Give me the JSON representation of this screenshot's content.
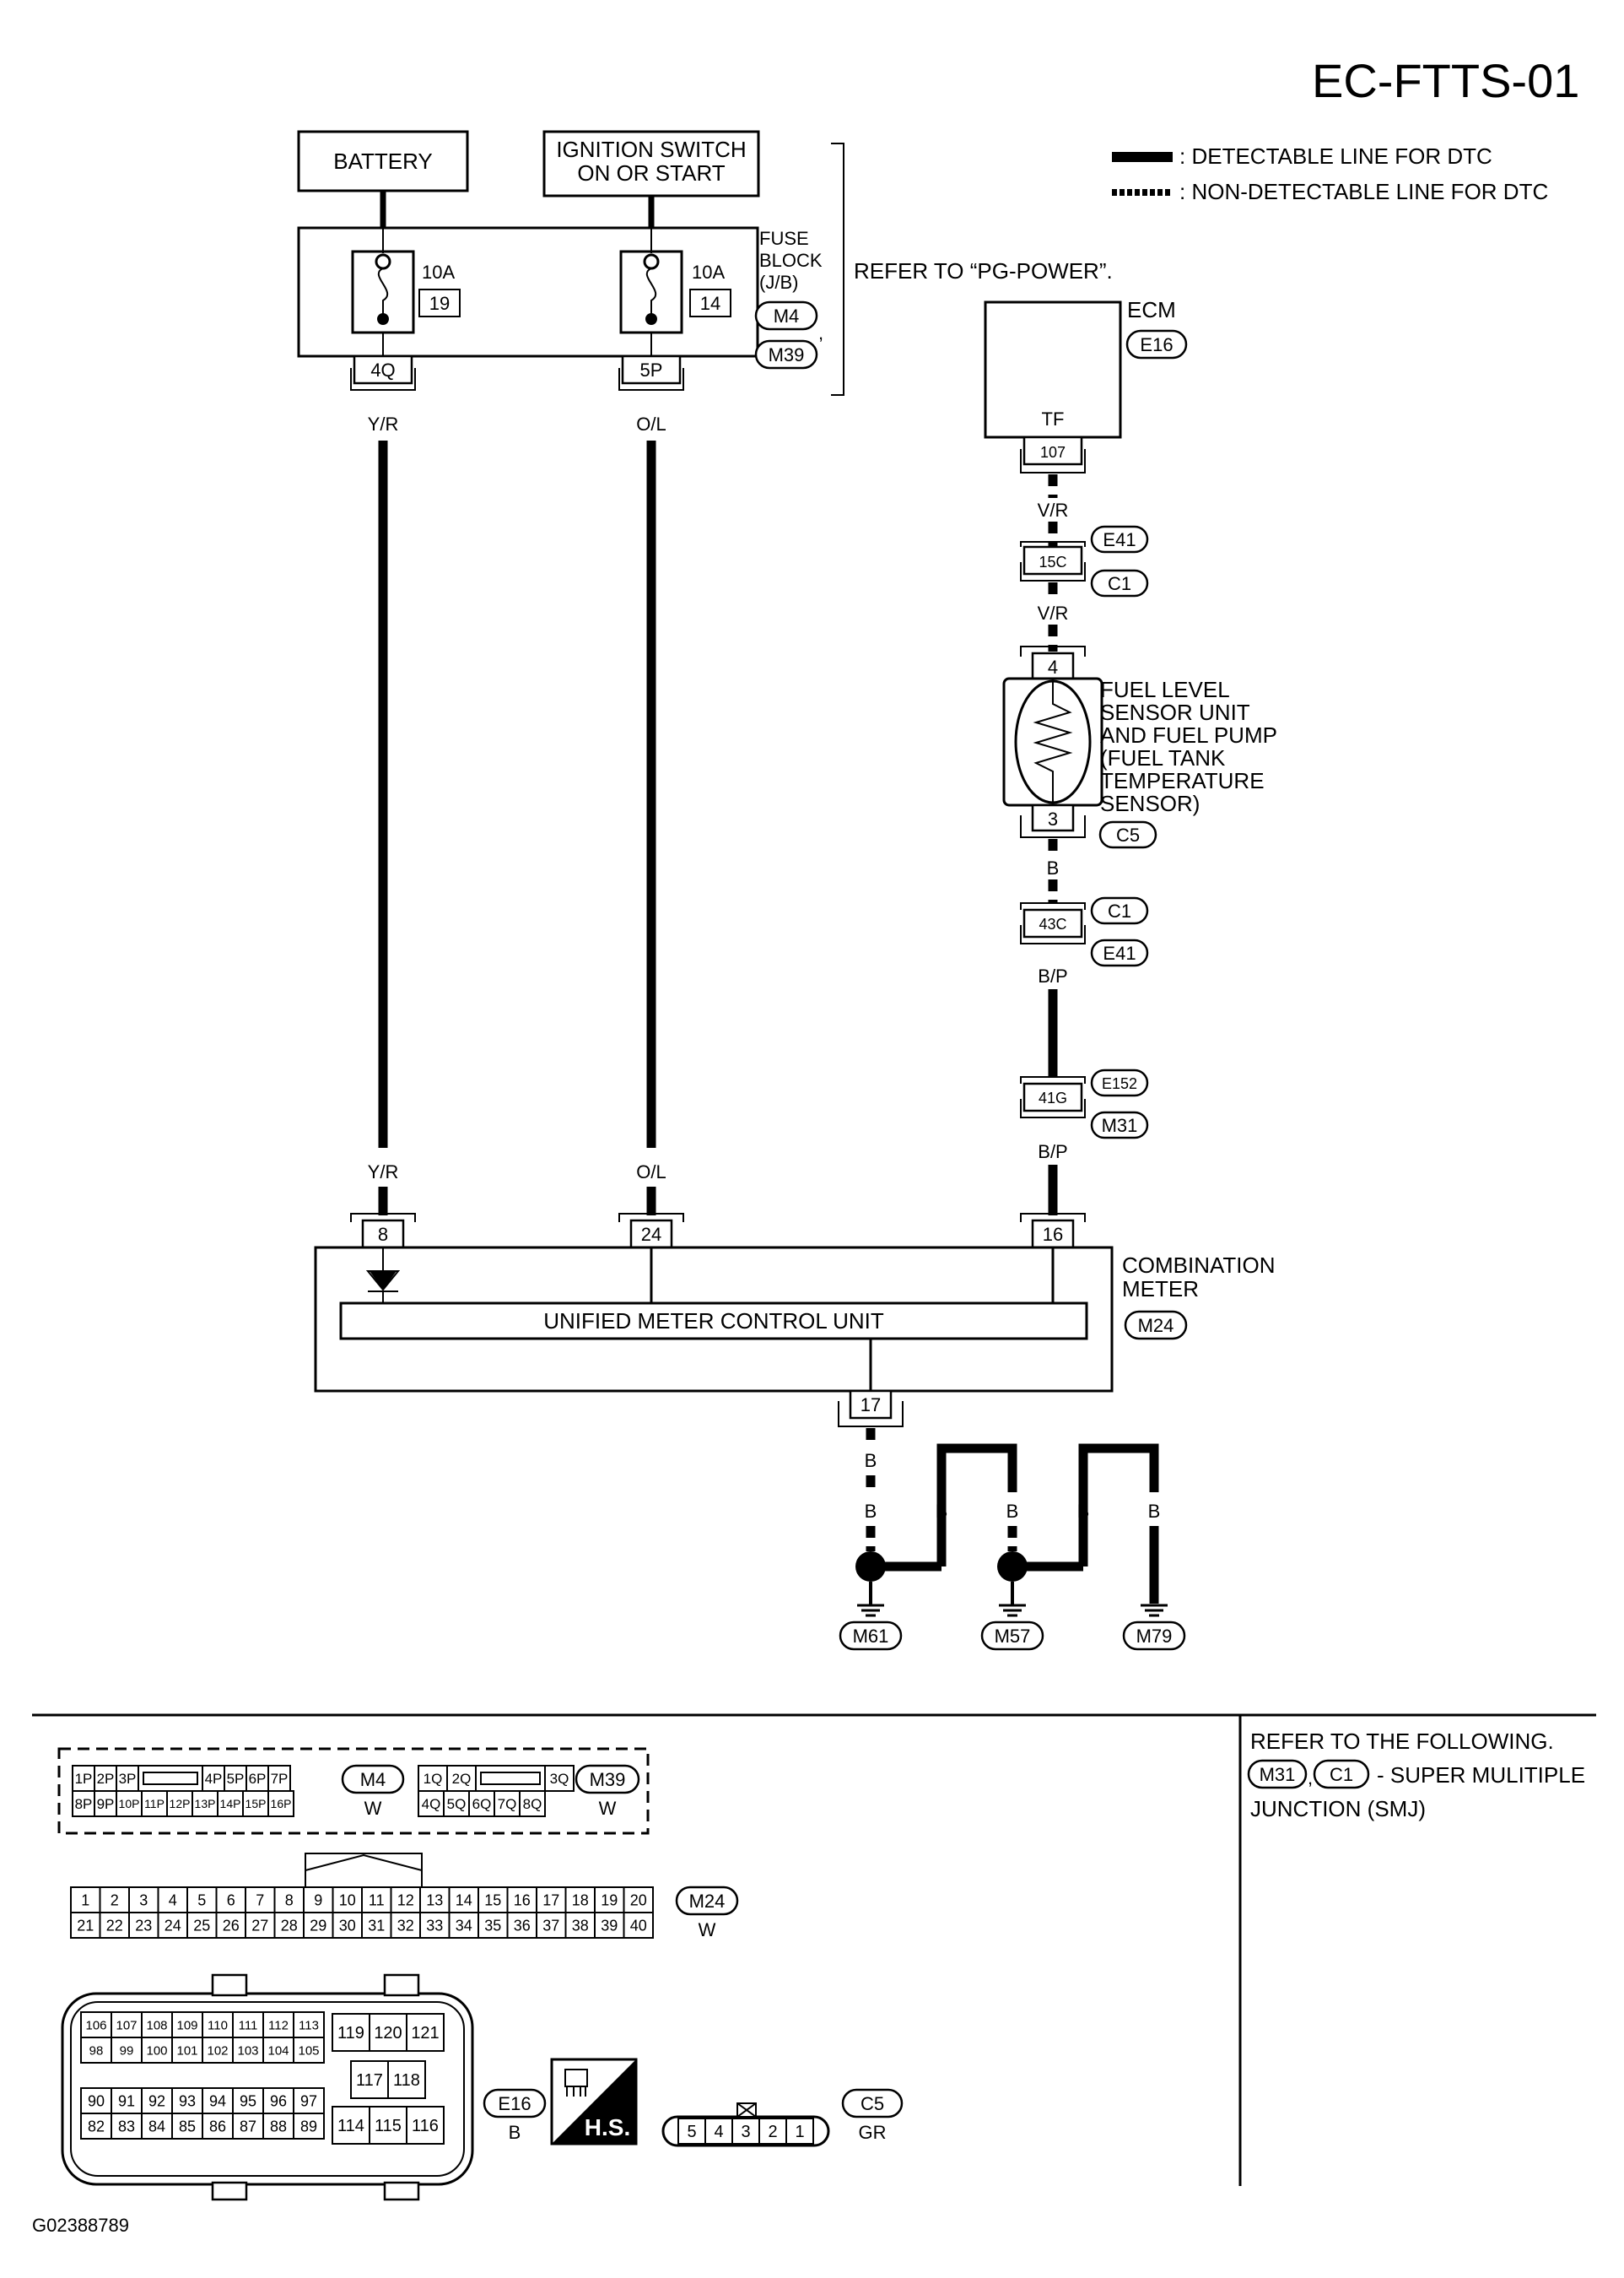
{
  "page_id": "EC-FTTS-01",
  "figure_id": "G02388789",
  "legend": {
    "detectable": ": DETECTABLE LINE FOR DTC",
    "non_detectable": ": NON-DETECTABLE LINE FOR DTC"
  },
  "power": {
    "battery": "BATTERY",
    "ign_line1": "IGNITION SWITCH",
    "ign_line2": "ON OR START",
    "fuse_block_l1": "FUSE",
    "fuse_block_l2": "BLOCK",
    "fuse_block_l3": "(J/B)",
    "refer": "REFER TO “PG-POWER”.",
    "fuse1_amp": "10A",
    "fuse1_no": "19",
    "fuse2_amp": "10A",
    "fuse2_no": "14",
    "conn_m4": "M4",
    "conn_m39": "M39",
    "pin_4q": "4Q",
    "pin_5p": "5P",
    "wire_yr": "Y/R",
    "wire_ol": "O/L"
  },
  "ecm": {
    "label": "ECM",
    "conn": "E16",
    "term": "TF",
    "pin": "107",
    "wire_vr": "V/R",
    "pin_15c": "15C",
    "conn_e41": "E41",
    "conn_c1": "C1"
  },
  "sensor": {
    "l1": "FUEL  LEVEL",
    "l2": "SENSOR UNIT",
    "l3": "AND FUEL PUMP",
    "l4": "(FUEL TANK",
    "l5": "TEMPERATURE",
    "l6": "SENSOR)",
    "pin_top": "4",
    "pin_bot": "3",
    "conn": "C5",
    "wire_b": "B",
    "pin_43c": "43C",
    "wire_bp": "B/P",
    "pin_41g": "41G",
    "conn_e152": "E152",
    "conn_m31": "M31"
  },
  "meter": {
    "l1": "COMBINATION",
    "l2": "METER",
    "conn": "M24",
    "unit": "UNIFIED METER CONTROL UNIT",
    "pin8": "8",
    "pin24": "24",
    "pin16": "16",
    "pin17": "17"
  },
  "ground": {
    "wire_b": "B",
    "g1": "M61",
    "g2": "M57",
    "g3": "M79"
  },
  "refer_box": {
    "l1": "REFER TO THE FOLLOWING.",
    "c1": "M31",
    "c2": "C1",
    "l2": "- SUPER MULITIPLE",
    "l3": "JUNCTION (SMJ)"
  },
  "connectors": {
    "m4": {
      "name": "M4",
      "color": "W",
      "row1": [
        "1P",
        "2P",
        "3P",
        "",
        "4P",
        "5P",
        "6P",
        "7P"
      ],
      "row2": [
        "8P",
        "9P",
        "10P",
        "11P",
        "12P",
        "13P",
        "14P",
        "15P",
        "16P"
      ]
    },
    "m39": {
      "name": "M39",
      "color": "W",
      "row1": [
        "1Q",
        "2Q",
        "",
        "3Q"
      ],
      "row2": [
        "4Q",
        "5Q",
        "6Q",
        "7Q",
        "8Q"
      ]
    },
    "m24": {
      "name": "M24",
      "color": "W",
      "row1": [
        "1",
        "2",
        "3",
        "4",
        "5",
        "6",
        "7",
        "8",
        "9",
        "10",
        "11",
        "12",
        "13",
        "14",
        "15",
        "16",
        "17",
        "18",
        "19",
        "20"
      ],
      "row2": [
        "21",
        "22",
        "23",
        "24",
        "25",
        "26",
        "27",
        "28",
        "29",
        "30",
        "31",
        "32",
        "33",
        "34",
        "35",
        "36",
        "37",
        "38",
        "39",
        "40"
      ]
    },
    "e16": {
      "name": "E16",
      "color": "B",
      "a1": [
        "106",
        "107",
        "108",
        "109",
        "110",
        "111",
        "112",
        "113"
      ],
      "a2": [
        "98",
        "99",
        "100",
        "101",
        "102",
        "103",
        "104",
        "105"
      ],
      "b1": [
        "90",
        "91",
        "92",
        "93",
        "94",
        "95",
        "96",
        "97"
      ],
      "b2": [
        "82",
        "83",
        "84",
        "85",
        "86",
        "87",
        "88",
        "89"
      ],
      "c1": [
        "119",
        "120",
        "121"
      ],
      "c2": [
        "117",
        "118"
      ],
      "c3": [
        "114",
        "115",
        "116"
      ]
    },
    "hs": "H.S.",
    "c5": {
      "name": "C5",
      "color": "GR",
      "pins": [
        "5",
        "4",
        "3",
        "2",
        "1"
      ]
    }
  }
}
